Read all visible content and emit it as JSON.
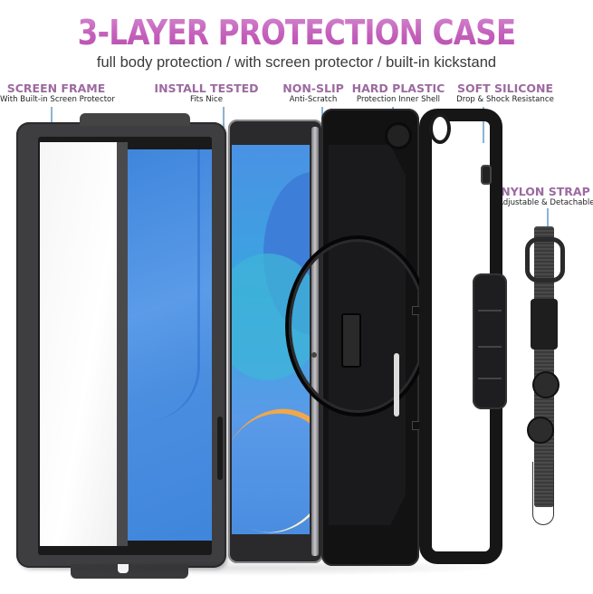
{
  "header": {
    "title": "3-LAYER PROTECTION CASE",
    "subtitle": "full body protection / with screen protector / built-in kickstand"
  },
  "colors": {
    "title_accent": "#c45fbb",
    "label_heading": "#9c6aa0",
    "pointer_line": "#8ab4d4",
    "screen_blue": "#4a8de0",
    "case_black": "#161617"
  },
  "labels": [
    {
      "heading": "SCREEN FRAME",
      "sub": "With Built-in Screen Protector"
    },
    {
      "heading": "INSTALL TESTED",
      "sub": "Fits Nice"
    },
    {
      "heading": "NON-SLIP",
      "sub": "Anti-Scratch"
    },
    {
      "heading": "HARD PLASTIC",
      "sub": "Protection Inner Shell"
    },
    {
      "heading": "SOFT SILICONE",
      "sub": "Drop & Shock Resistance"
    },
    {
      "heading": "NYLON STRAP",
      "sub": "Adjustable & Detachable"
    }
  ],
  "components": {
    "screen_frame": "screen-frame-icon",
    "tablet": "tablet-icon",
    "inner_shell": "hard-shell-icon",
    "silicone_bumper": "silicone-bumper-icon",
    "strap": "hand-strap-icon"
  }
}
